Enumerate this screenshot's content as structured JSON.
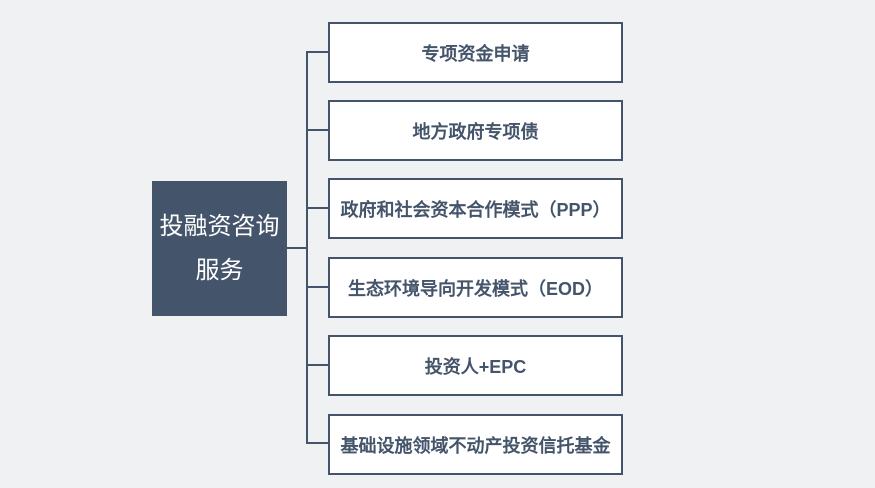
{
  "diagram": {
    "root": {
      "label": "投融资咨询服务"
    },
    "branches": [
      {
        "label": "专项资金申请"
      },
      {
        "label": "地方政府专项债"
      },
      {
        "label": "政府和社会资本合作模式（PPP）"
      },
      {
        "label": "生态环境导向开发模式（EOD）"
      },
      {
        "label": "投资人+EPC"
      },
      {
        "label": "基础设施领域不动产投资信托基金"
      }
    ],
    "colors": {
      "accent": "#44546A",
      "background": "#F0F1F2",
      "branch_fill": "#FFFFFF",
      "root_fill": "#44546A",
      "root_text": "#FFFFFF"
    }
  }
}
